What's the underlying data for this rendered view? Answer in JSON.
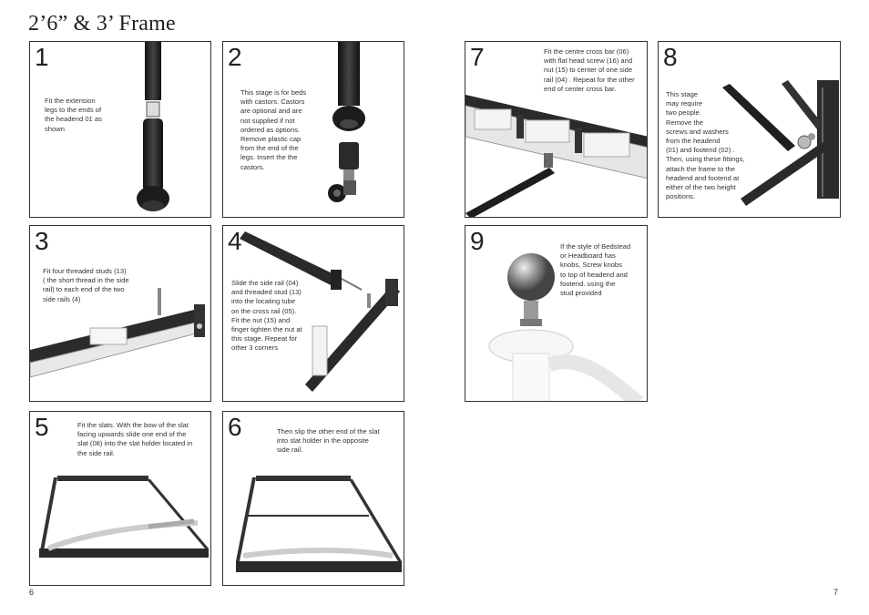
{
  "title": "2’6” & 3’ Frame",
  "page_numbers": {
    "left": "6",
    "right": "7"
  },
  "steps": [
    {
      "number": "1",
      "text": "Fit the extension\nlegs to the ends of\nthe headend 01 as\nshown"
    },
    {
      "number": "2",
      "text": "This stage is for beds\nwith castors. Castors\nare optional and are\nnot supplied if not\nordered as options.\nRemove plastic cap\nfrom the end of the\nlegs. Insert the the\ncastors."
    },
    {
      "number": "3",
      "text": "Fit four threaded studs (13)\n( the short thread in the side\nrail) to each end of the two\nside rails (4)"
    },
    {
      "number": "4",
      "text": "Slide the side rail (04)\nand threaded stud (13)\ninto the locating tube\non the cross rail (05).\nFit the nut (15) and\nfinger tighten the nut at\nthis stage. Repeat for\nother 3 corners"
    },
    {
      "number": "5",
      "text": "Fit the slats. With the bow of the slat\nfacing upwards slide one end of the\nslat (08) into the slat holder located in\nthe side rail."
    },
    {
      "number": "6",
      "text": "Then slip the other end of the slat\ninto slat holder in the opposite\nside rail."
    },
    {
      "number": "7",
      "text": "Fit the centre cross bar (06)\nwith flat head screw (16) and\nnut (15) to center of one side\nrail (04) . Repeat for the other\nend of center cross bar."
    },
    {
      "number": "8",
      "text": "This stage\nmay require\ntwo people.\nRemove the\nscrews and washers\nfrom the headend\n(01) and footend (02) .\nThen, using these fittings,\nattach the frame to the\nheadend and footend at\neither of the two height\npositions."
    },
    {
      "number": "9",
      "text": "If the style of Bedstead\nor Headboard has\nknobs, Screw knobs\nto top of headend and\nfootend. using the\nstud provided"
    }
  ]
}
